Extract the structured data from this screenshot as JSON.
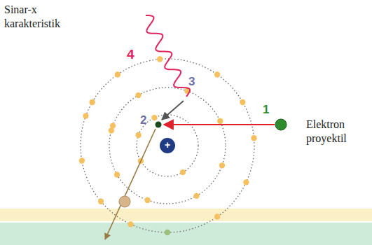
{
  "diagram": {
    "labels": [
      "Sinar-x karakteristik",
      "4",
      "3",
      "2",
      "1",
      "Elektron proyektil",
      "+"
    ]
  }
}
